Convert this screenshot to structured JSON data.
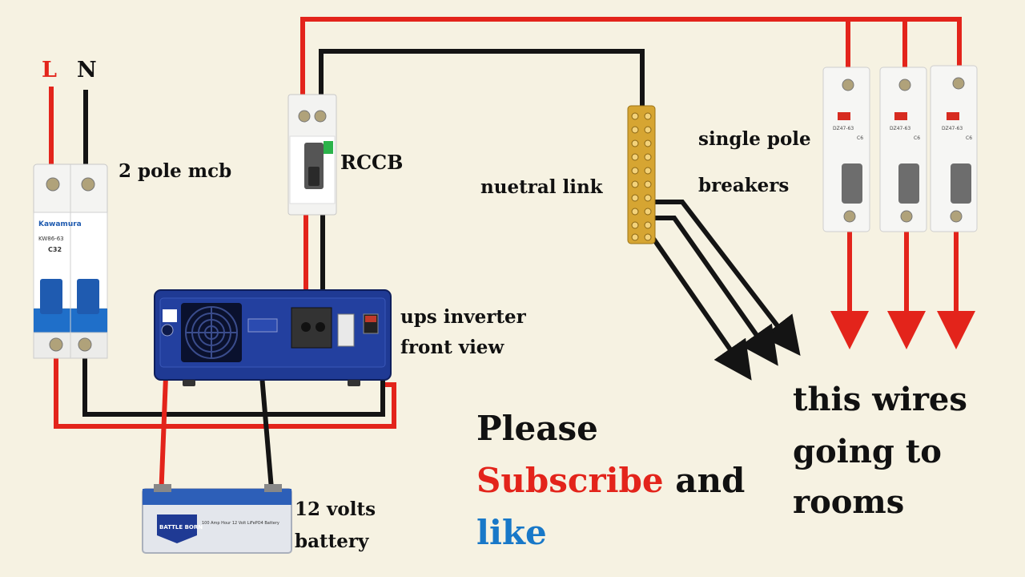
{
  "labels": {
    "line": "L",
    "neutral": "N",
    "mcb": "2 pole mcb",
    "rccb": "RCCB",
    "neutral_link": "nuetral link",
    "single_pole_1": "single pole",
    "single_pole_2": "breakers",
    "inverter_1": "ups inverter",
    "inverter_2": "front view",
    "battery_1": "12 volts",
    "battery_2": "battery",
    "wires_1": "this wires",
    "wires_2": "going to",
    "wires_3": "rooms"
  },
  "cta": {
    "please": "Please",
    "subscribe": "Subscribe",
    "and": "and",
    "like": "like"
  },
  "device_text": {
    "mcb_brand": "Kawamura",
    "mcb_model": "KW86-63",
    "mcb_rating": "C32",
    "breaker_model": "DZ47-63",
    "breaker_rating": "C6",
    "battery_brand": "BATTLE BORN",
    "battery_desc": "100 Amp Hour 12 Volt LiFePO4 Battery"
  },
  "colors": {
    "live": "#e3241b",
    "neutral": "#141414",
    "background": "#f6f2e2",
    "inverter": "#1f3a94",
    "subscribe": "#e3241b",
    "like": "#1878c8"
  }
}
